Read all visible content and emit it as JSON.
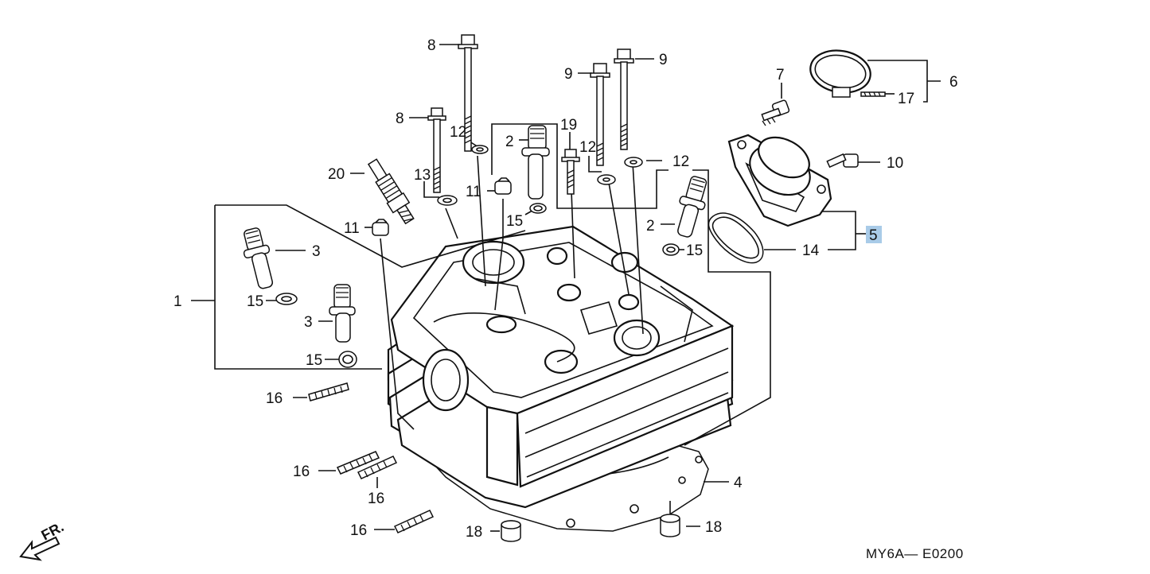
{
  "diagram": {
    "reference_code": "MY6A— E0200",
    "direction_label": "FR.",
    "highlight_color": "#a9cbe8",
    "highlighted_part": "5"
  },
  "callouts": {
    "c1": "1",
    "c2a": "2",
    "c2b": "2",
    "c3a": "3",
    "c3b": "3",
    "c4": "4",
    "c5": "5",
    "c6": "6",
    "c7": "7",
    "c8a": "8",
    "c8b": "8",
    "c9a": "9",
    "c9b": "9",
    "c10": "10",
    "c11a": "11",
    "c11b": "11",
    "c12a": "12",
    "c12b": "12",
    "c12c": "12",
    "c13": "13",
    "c14": "14",
    "c15a": "15",
    "c15b": "15",
    "c15c": "15",
    "c15d": "15",
    "c16a": "16",
    "c16b": "16",
    "c16c": "16",
    "c16d": "16",
    "c17": "17",
    "c18a": "18",
    "c18b": "18",
    "c19": "19",
    "c20": "20"
  }
}
